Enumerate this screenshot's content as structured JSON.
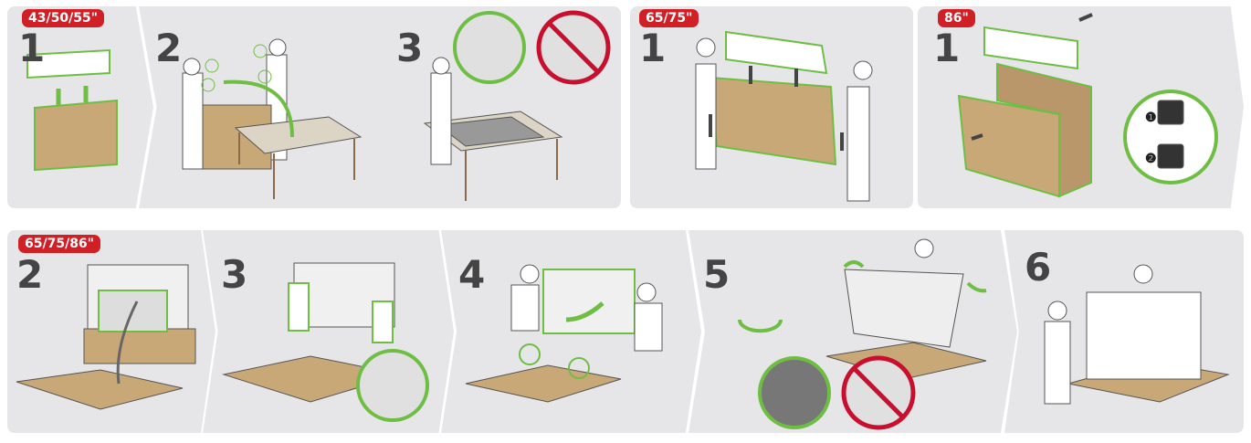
{
  "row1": {
    "group_small": {
      "badge": "43/50/55\"",
      "steps": [
        "1",
        "2",
        "3"
      ]
    },
    "group_65_75": {
      "badge": "65/75\"",
      "step": "1"
    },
    "group_86": {
      "badge": "86\"",
      "step": "1",
      "sub_steps": [
        "❶",
        "❷"
      ]
    }
  },
  "row2": {
    "badge": "65/75/86\"",
    "steps": [
      "2",
      "3",
      "4",
      "5",
      "6"
    ]
  },
  "colors": {
    "panel": "#e6e6e8",
    "badge": "#d11f26",
    "green": "#6fbe44",
    "cardboard": "#c9a877",
    "no_sign": "#c8102e"
  }
}
